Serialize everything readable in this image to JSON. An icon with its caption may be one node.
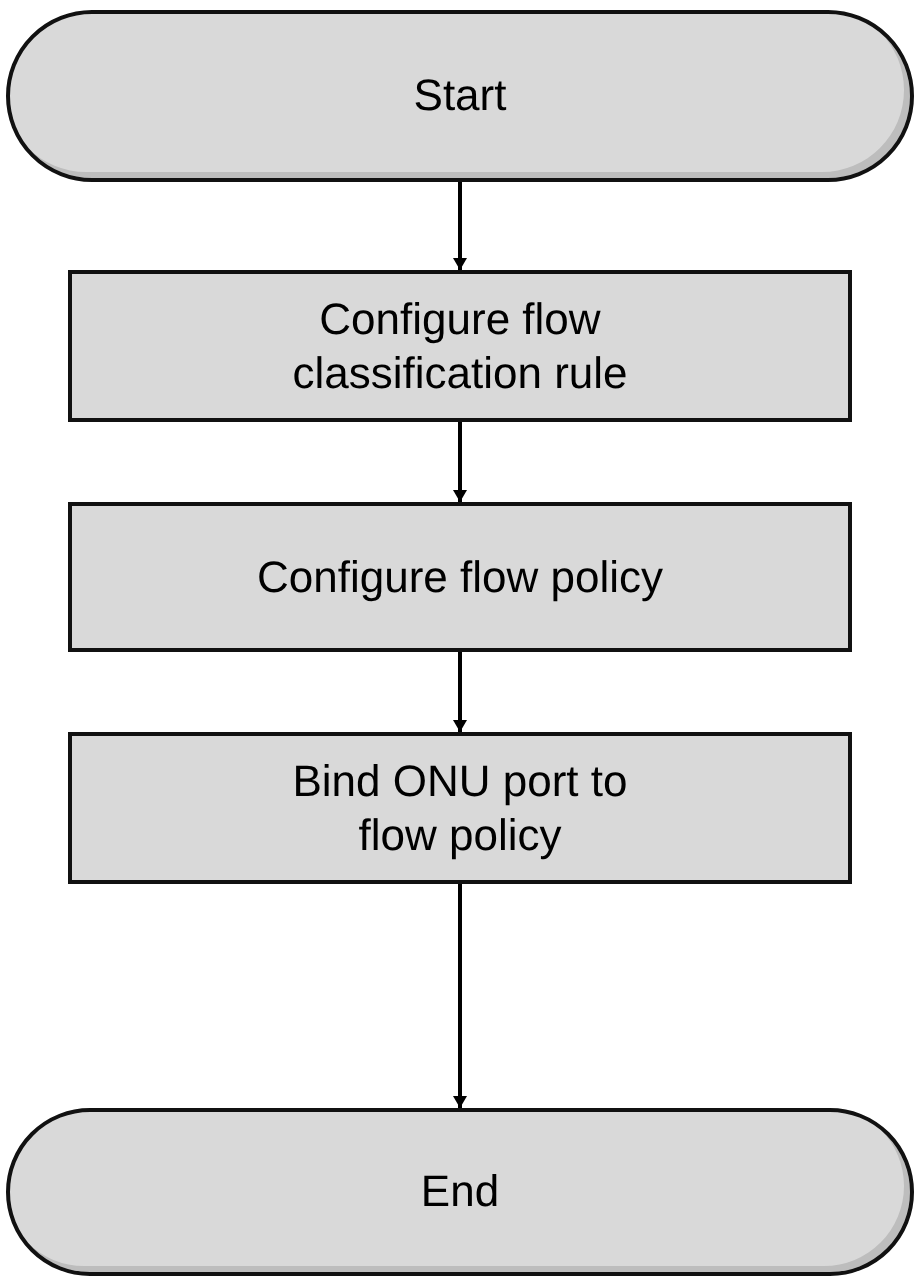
{
  "diagram": {
    "nodes": [
      {
        "text": [
          "Start"
        ]
      },
      {
        "text": [
          "Configure flow classification rule"
        ]
      },
      {
        "text": [
          "Configure flow policy"
        ]
      },
      {
        "text": [
          "Bind ONU port to flow policy"
        ]
      },
      {
        "text": [
          "End"
        ]
      }
    ],
    "edges": [
      {
        "from": 0,
        "to": 1,
        "arrow": "to"
      },
      {
        "from": 1,
        "to": 2,
        "arrow": "to"
      },
      {
        "from": 2,
        "to": 3,
        "arrow": "to"
      },
      {
        "from": 3,
        "to": 4,
        "arrow": "to"
      }
    ]
  }
}
